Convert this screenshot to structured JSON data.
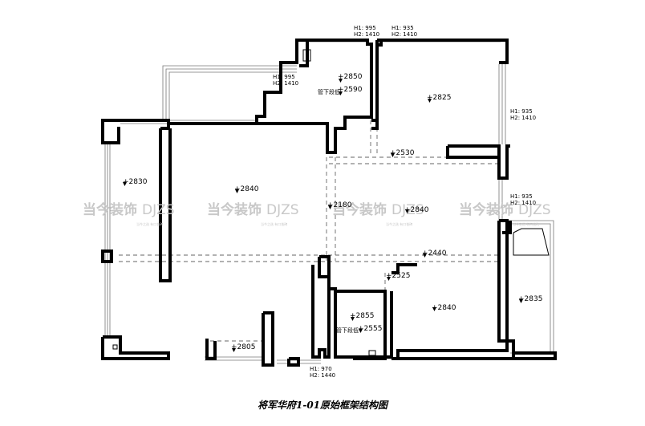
{
  "title": "将军华府1-01原始框架结构图",
  "watermark": {
    "cn": "当今装饰",
    "en": "DJZS",
    "tagline": "当今之选 有口皆碑"
  },
  "levels": {
    "living": "2840",
    "west_bedroom": "2830",
    "north_bath": "2850",
    "north_bath_pipe": "2590",
    "north_bath_pipe_label": "管下段低",
    "ne_bedroom": "2825",
    "ne_beam": "2530",
    "corridor": "2180",
    "dining": "2840",
    "beam_h": "2440",
    "se_beam": "2525",
    "se_bedroom": "2840",
    "south_bath": "2855",
    "south_bath_pipe": "2555",
    "south_bath_pipe_label": "管下段低",
    "east_balcony": "2835",
    "south_window": "2805"
  },
  "window_tags": {
    "nw_h1": "H1: 995",
    "nw_h2": "H2: 1410",
    "top_left_h1": "H1: 995",
    "top_left_h2": "H2: 1410",
    "top_right_h1": "H1: 935",
    "top_right_h2": "H2: 1410",
    "east_h1": "H1: 935",
    "east_h2": "H2: 1410",
    "east2_h1": "H1: 935",
    "east2_h2": "H2: 1410",
    "south_h1": "H1: 970",
    "south_h2": "H2: 1440"
  }
}
